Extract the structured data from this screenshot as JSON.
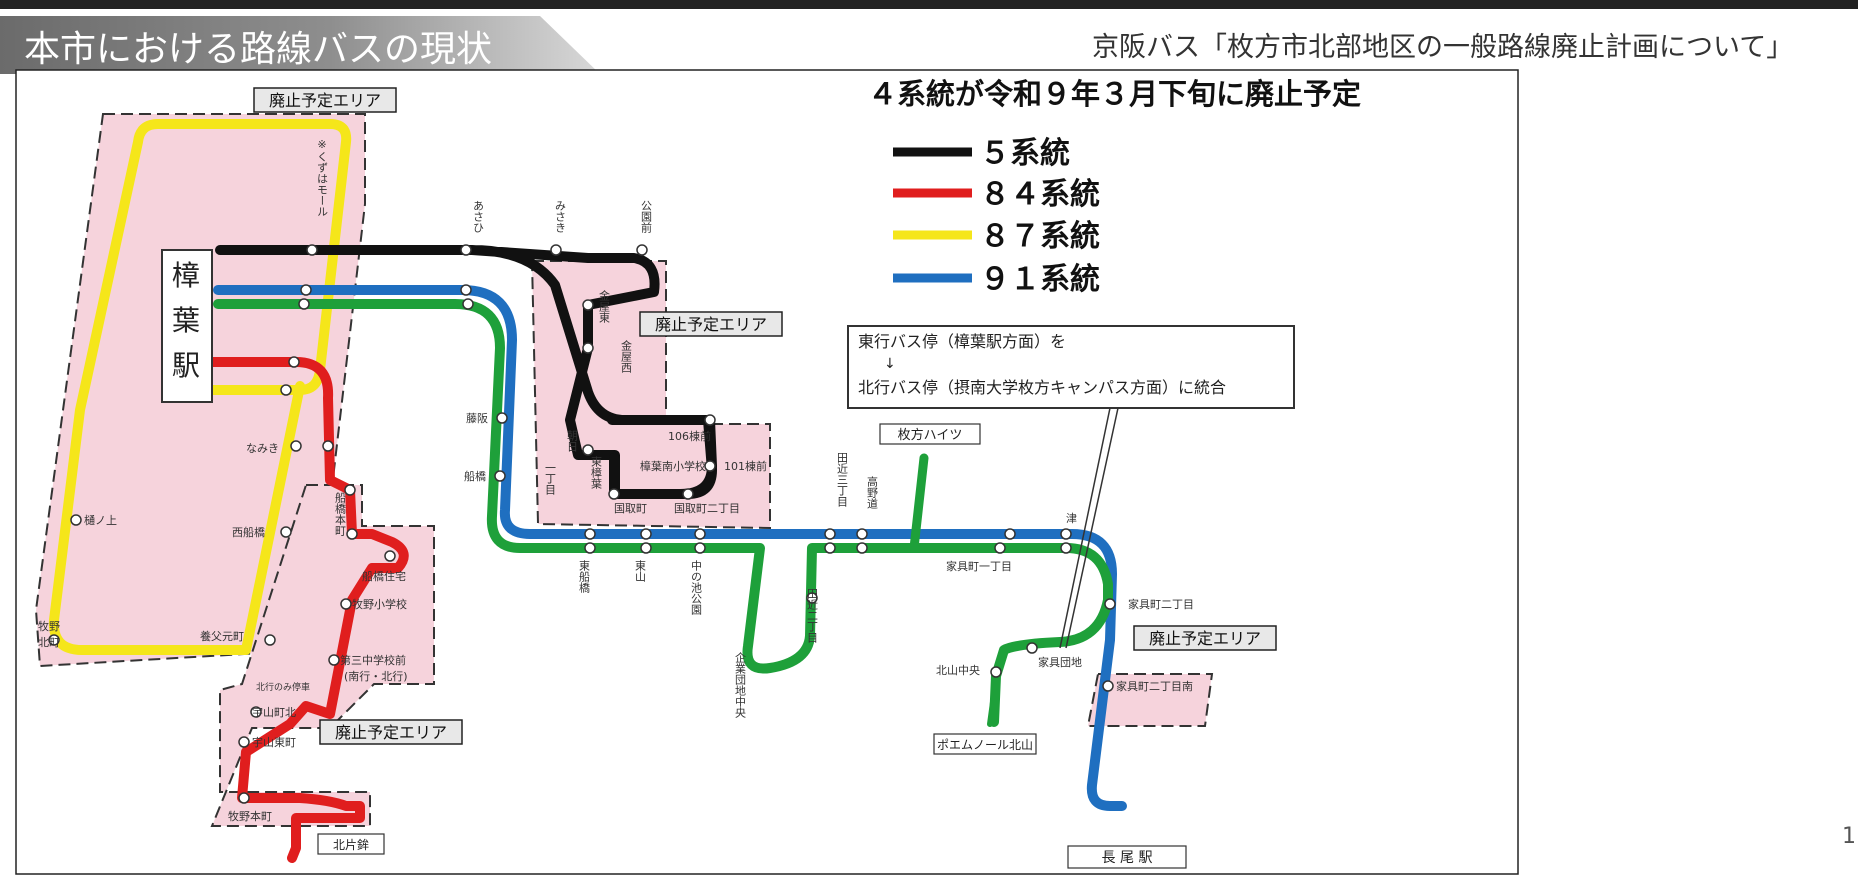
{
  "header": {
    "title": "本市における路線バスの現状",
    "source": "京阪バス「枚方市北部地区の一般路線廃止計画について」"
  },
  "page_number": "1",
  "map": {
    "heading": "４系統が令和９年３月下旬に廃止予定",
    "legend": [
      {
        "label": "５系統",
        "color": "#111111"
      },
      {
        "label": "８４系統",
        "color": "#e01e1e"
      },
      {
        "label": "８７系統",
        "color": "#f5e61a"
      },
      {
        "label": "９１系統",
        "color": "#1f6fc0"
      }
    ],
    "green_color": "#1ea03a",
    "area_fill": "#f6d3dc",
    "station_left": "樟葉駅",
    "station_left_chars": [
      "樟",
      "葉",
      "駅"
    ],
    "abolition_label": "廃止予定エリア",
    "note": {
      "line1": "東行バス停（樟葉駅方面）を",
      "arrow": "↓",
      "line2": "北行バス停（摂南大学枚方キャンパス方面）に統合"
    },
    "stops": {
      "kuzuha_mall": "※くずはモール",
      "asahi": "あさひ",
      "misaki": "みさき",
      "koenmae": "公園前",
      "kinyahigashi": "金屋東",
      "kinyanishi": "金屋西",
      "fujisaka": "藤阪",
      "funahashi": "船橋",
      "nami": "なみき",
      "nishifunahashi": "西船橋",
      "hinoue": "樋ノ上",
      "makino_kitamachi_1": "牧野",
      "makino_kitamachi_2": "北町",
      "yofumoto": "養父元町",
      "funahashi_honmachi": "船橋本町",
      "funahashi_jutaku": "船橋住宅",
      "makino_elem": "牧野小学校",
      "daisan_chu_1": "第三中学校前",
      "daisan_chu_2": "(南行・北行)",
      "kitayuki_only": "北行のみ停車",
      "usayama_kita": "宇山町北",
      "usayama_higashi": "宇山東町",
      "makino_honmachi": "牧野本町",
      "kitakatahoko": "北片鉾",
      "s106": "106棟前",
      "s101": "101棟前",
      "kuzuha_minami_elem": "樟葉南小学校",
      "itchome": "一丁目",
      "asahi_1": "朝日",
      "higashi_kuzuha": "東樟葉",
      "kunikoro": "国取町",
      "kunikoro2": "国取町二丁目",
      "hirakata_heights": "枚方ハイツ",
      "tanoi3": "田近三丁目",
      "takanodo": "高野道",
      "tsuda": "津",
      "higashifunahashi": "東船橋",
      "higashiyama": "東山",
      "nakanoike": "中の池公園",
      "kigyo_danchi": "企業団地中央",
      "tanoi2": "田近二丁目",
      "iemura1": "家具町一丁目",
      "iemura2": "家具町二丁目",
      "iemura_danchi": "家具団地",
      "iemura2_south": "家具町二丁目南",
      "kitayama_chuo": "北山中央",
      "poemu": "ポエムノール北山",
      "nagao": "長 尾 駅"
    }
  }
}
